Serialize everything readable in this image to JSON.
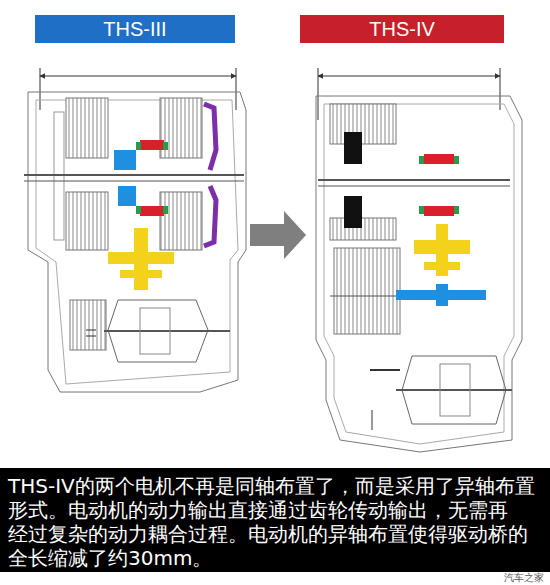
{
  "diagram": {
    "caption": "THS-IV的两个电机不再是同轴布置了，而是采用了异轴布置 形式。电动机的动力输出直接通过齿轮传动输出，无需再 经过复杂的动力耦合过程。电动机的异轴布置使得驱动桥的 全长缩减了约30mm。",
    "nodes": [
      {
        "text": [
          "THS-III"
        ]
      },
      {
        "text": [
          "THS-IV"
        ]
      }
    ],
    "labels": [
      "汽车之家"
    ]
  }
}
